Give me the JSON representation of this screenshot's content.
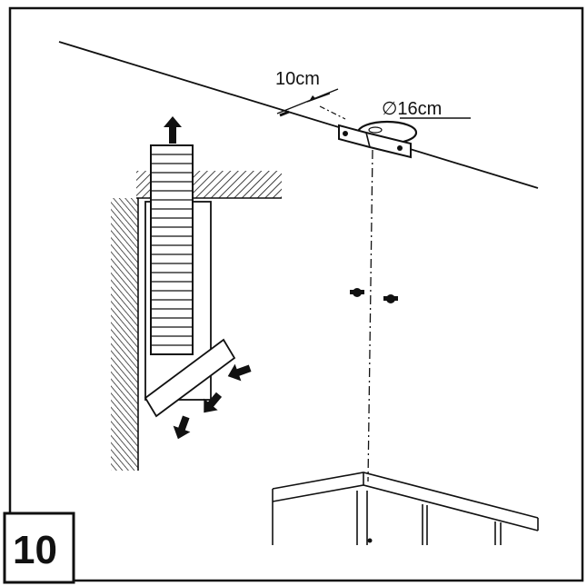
{
  "step": {
    "number": "10"
  },
  "dimensions": {
    "spacing": "10cm",
    "diameter": "∅16cm"
  },
  "icons": {
    "airflow": "arrow-icon",
    "screw": "screw-icon",
    "bracket": "mounting-bracket-icon"
  },
  "colors": {
    "line": "#111111",
    "background": "#ffffff"
  }
}
